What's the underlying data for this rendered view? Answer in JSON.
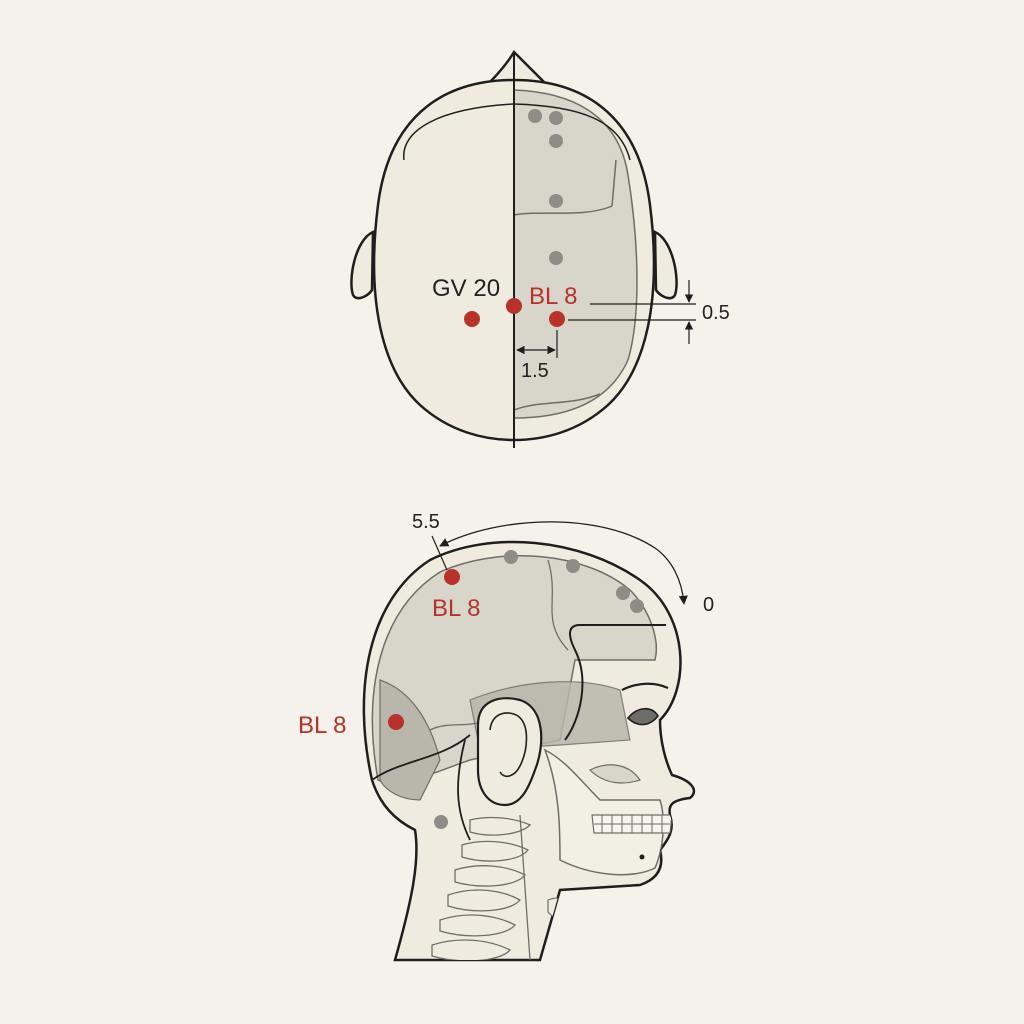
{
  "colors": {
    "background": "#f4f2ea",
    "skin": "#efecdf",
    "bone": "#d8d5cb",
    "bone_dark": "#b9b6ac",
    "outline": "#1e1e1e",
    "acupoint_red": "#b8322a",
    "reference_gray": "#8e8c86"
  },
  "top_view": {
    "labels": {
      "gv20": "GV 20",
      "bl8": "BL 8"
    },
    "dimensions": {
      "lateral": "1.5",
      "vertical": "0.5"
    }
  },
  "side_view": {
    "labels": {
      "bl8_vertex": "BL 8",
      "bl8_occipital": "BL 8"
    },
    "arc": {
      "start_value": "5.5",
      "end_value": "0"
    }
  },
  "icons": [
    "arrow-head-icon"
  ]
}
